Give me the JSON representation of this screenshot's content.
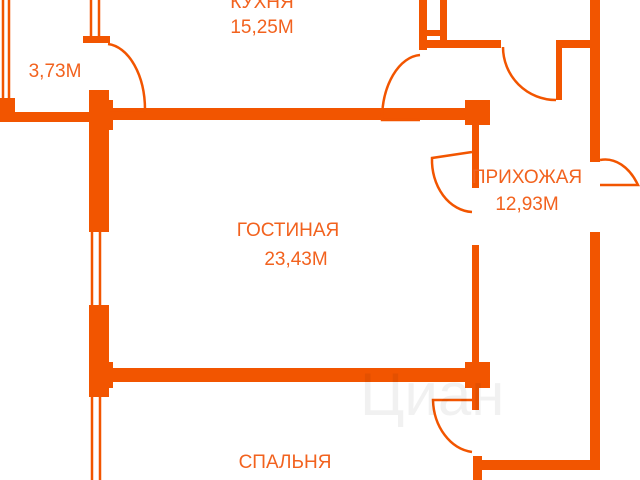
{
  "plan": {
    "accent_color": "#f25500",
    "rooms": [
      {
        "name": "КУХНЯ",
        "area": "15,25М"
      },
      {
        "name": "",
        "area": "3,73М"
      },
      {
        "name": "ПРИХОЖАЯ",
        "area": "12,93М"
      },
      {
        "name": "ГОСТИНАЯ",
        "area": "23,43М"
      },
      {
        "name": "СПАЛЬНЯ",
        "area": ""
      }
    ],
    "watermark": "Циан"
  }
}
